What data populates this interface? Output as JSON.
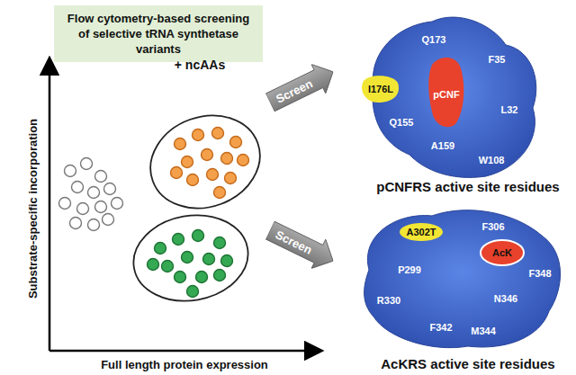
{
  "diagram": {
    "nodes": [
      {
        "text": [
          "Flow cytometry-based screening of selective tRNA synthetase variants"
        ]
      },
      {
        "text": [
          "Screen"
        ]
      },
      {
        "text": [
          "Screen"
        ]
      }
    ],
    "labels": [
      "+ ncAAs",
      "Substrate-specific incorporation",
      "Full length protein expression",
      "Q173",
      "F35",
      "I176L",
      "pCNF",
      "L32",
      "Q155",
      "A159",
      "W108",
      "pCNFRS active site residues",
      "A302T",
      "F306",
      "P299",
      "AcK",
      "F348",
      "N346",
      "R330",
      "F342",
      "M344",
      "AcKRS active site residues"
    ]
  }
}
